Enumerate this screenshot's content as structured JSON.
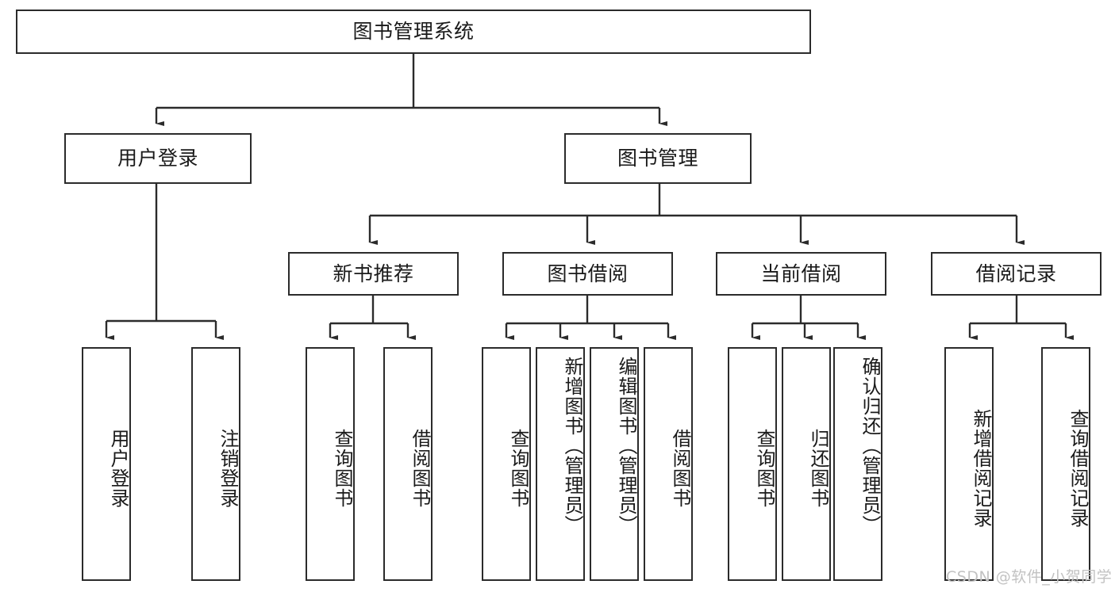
{
  "diagram": {
    "type": "hierarchy-tree",
    "title": "图书管理系统",
    "watermark": "CSDN @软件_小贺同学",
    "colors": {
      "box_border": "#2b2b2b",
      "box_fill": "#ffffff",
      "line": "#2b2b2b",
      "text": "#1a1a1a",
      "watermark": "#c2c2c2"
    },
    "levels": {
      "root": {
        "label": "图书管理系统"
      },
      "level2": [
        {
          "label": "用户登录"
        },
        {
          "label": "图书管理"
        }
      ],
      "level3": [
        {
          "label": "新书推荐"
        },
        {
          "label": "图书借阅"
        },
        {
          "label": "当前借阅"
        },
        {
          "label": "借阅记录"
        }
      ],
      "leaves": {
        "user_login": [
          {
            "label": "用户登录"
          },
          {
            "label": "注销登录"
          }
        ],
        "new_book_recommend": [
          {
            "label": "查询图书"
          },
          {
            "label": "借阅图书"
          }
        ],
        "book_borrow": [
          {
            "label": "查询图书"
          },
          {
            "label": "新增图书（管理员）"
          },
          {
            "label": "编辑图书（管理员）"
          },
          {
            "label": "借阅图书"
          }
        ],
        "current_borrow": [
          {
            "label": "查询图书"
          },
          {
            "label": "归还图书"
          },
          {
            "label": "确认归还（管理员）"
          }
        ],
        "borrow_record": [
          {
            "label": "新增借阅记录"
          },
          {
            "label": "查询借阅记录"
          }
        ]
      }
    }
  }
}
